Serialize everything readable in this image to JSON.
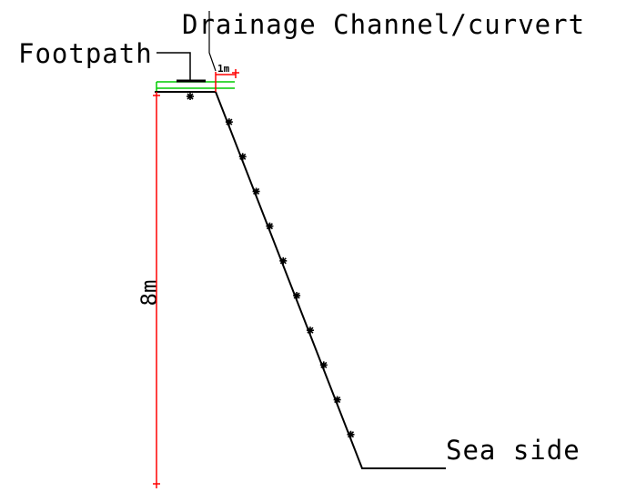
{
  "labels": {
    "drainage": "Drainage Channel/curvert",
    "footpath": "Footpath",
    "width": "1m",
    "height": "8m",
    "sea": "Sea side"
  },
  "colors": {
    "line": "#000000",
    "dimension": "#ff0000",
    "footpath_strip": "#00cc00"
  },
  "icons": {
    "anchor_mark": "asterisk-marker"
  },
  "slope_markers": 10
}
